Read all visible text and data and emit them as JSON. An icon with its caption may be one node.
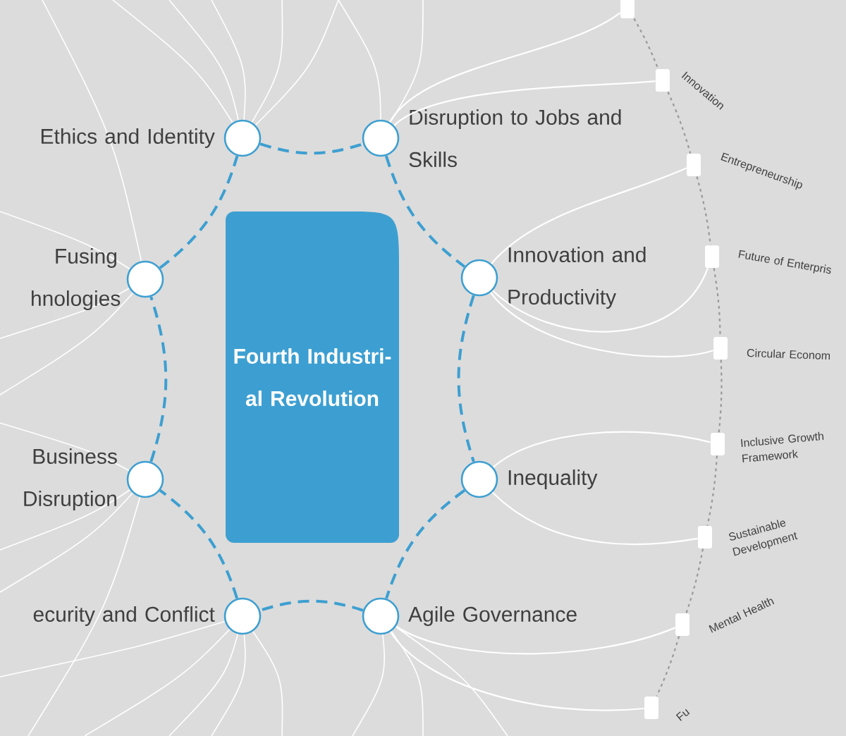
{
  "diagram": {
    "nodes": [
      {
        "text": [
          "Fourth Industri-al Revolution"
        ]
      },
      {
        "text": [],
        "shape": "circle",
        "beside": [
          "Ethics and Identity"
        ]
      },
      {
        "text": [],
        "shape": "circle",
        "beside": [
          "Disruption to Jobs and Skills"
        ]
      },
      {
        "text": [],
        "shape": "circle",
        "beside": [
          "Fusing hnologies"
        ]
      },
      {
        "text": [],
        "shape": "circle",
        "beside": [
          "Innovation and Productivity"
        ]
      },
      {
        "text": [],
        "shape": "circle",
        "beside": [
          "Business Disruption"
        ]
      },
      {
        "text": [],
        "shape": "circle",
        "beside": [
          "Inequality"
        ]
      },
      {
        "text": [],
        "shape": "circle",
        "beside": [
          "ecurity and Conflict"
        ]
      },
      {
        "text": [],
        "shape": "circle",
        "beside": [
          "Agile Governance"
        ]
      },
      {
        "text": [],
        "shape": "box"
      },
      {
        "text": [],
        "shape": "box",
        "beside": [
          "Innovation"
        ]
      },
      {
        "text": [],
        "shape": "box",
        "beside": [
          "Entrepreneurship"
        ]
      },
      {
        "text": [],
        "shape": "box",
        "beside": [
          "Future of Enterpris"
        ]
      },
      {
        "text": [],
        "shape": "box",
        "beside": [
          "Circular Econom"
        ]
      },
      {
        "text": [],
        "shape": "box",
        "beside": [
          "Inclusive Growth Framework"
        ]
      },
      {
        "text": [],
        "shape": "box",
        "beside": [
          "Sustainable Development"
        ]
      },
      {
        "text": [],
        "shape": "box",
        "beside": [
          "Mental Health"
        ]
      },
      {
        "text": [],
        "shape": "box",
        "beside": [
          "Fu"
        ]
      }
    ],
    "edges": [
      {
        "from": 1,
        "to": 2,
        "arrow": "none",
        "style": "dashed",
        "color": "#3d9fd1"
      },
      {
        "from": 2,
        "to": 4,
        "arrow": "none",
        "style": "dashed",
        "color": "#3d9fd1"
      },
      {
        "from": 4,
        "to": 6,
        "arrow": "none",
        "style": "dashed",
        "color": "#3d9fd1"
      },
      {
        "from": 6,
        "to": 8,
        "arrow": "none",
        "style": "dashed",
        "color": "#3d9fd1"
      },
      {
        "from": 8,
        "to": 7,
        "arrow": "none",
        "style": "dashed",
        "color": "#3d9fd1"
      },
      {
        "from": 7,
        "to": 5,
        "arrow": "none",
        "style": "dashed",
        "color": "#3d9fd1"
      },
      {
        "from": 5,
        "to": 3,
        "arrow": "none",
        "style": "dashed",
        "color": "#3d9fd1"
      },
      {
        "from": 3,
        "to": 1,
        "arrow": "none",
        "style": "dashed",
        "color": "#3d9fd1"
      },
      {
        "from": 9,
        "to": 10,
        "arrow": "none",
        "style": "dashed",
        "color": "#999999"
      },
      {
        "from": 10,
        "to": 11,
        "arrow": "none",
        "style": "dashed",
        "color": "#999999"
      },
      {
        "from": 11,
        "to": 12,
        "arrow": "none",
        "style": "dashed",
        "color": "#999999"
      },
      {
        "from": 12,
        "to": 13,
        "arrow": "none",
        "style": "dashed",
        "color": "#999999"
      },
      {
        "from": 13,
        "to": 14,
        "arrow": "none",
        "style": "dashed",
        "color": "#999999"
      },
      {
        "from": 14,
        "to": 15,
        "arrow": "none",
        "style": "dashed",
        "color": "#999999"
      },
      {
        "from": 15,
        "to": 16,
        "arrow": "none",
        "style": "dashed",
        "color": "#999999"
      },
      {
        "from": 16,
        "to": 17,
        "arrow": "none",
        "style": "dashed",
        "color": "#999999"
      },
      {
        "from": 9,
        "to": 2,
        "arrow": "none",
        "color": "#ffffff"
      },
      {
        "from": 10,
        "to": 2,
        "arrow": "none",
        "color": "#ffffff"
      },
      {
        "from": 11,
        "to": 4,
        "arrow": "none",
        "color": "#ffffff"
      },
      {
        "from": 12,
        "to": 4,
        "arrow": "none",
        "color": "#ffffff"
      },
      {
        "from": 13,
        "to": 4,
        "arrow": "none",
        "color": "#ffffff"
      },
      {
        "from": 14,
        "to": 6,
        "arrow": "none",
        "color": "#ffffff"
      },
      {
        "from": 15,
        "to": 6,
        "arrow": "none",
        "color": "#ffffff"
      },
      {
        "from": 16,
        "to": 8,
        "arrow": "none",
        "color": "#ffffff"
      },
      {
        "from": 17,
        "to": 8,
        "arrow": "none",
        "color": "#ffffff"
      }
    ]
  }
}
